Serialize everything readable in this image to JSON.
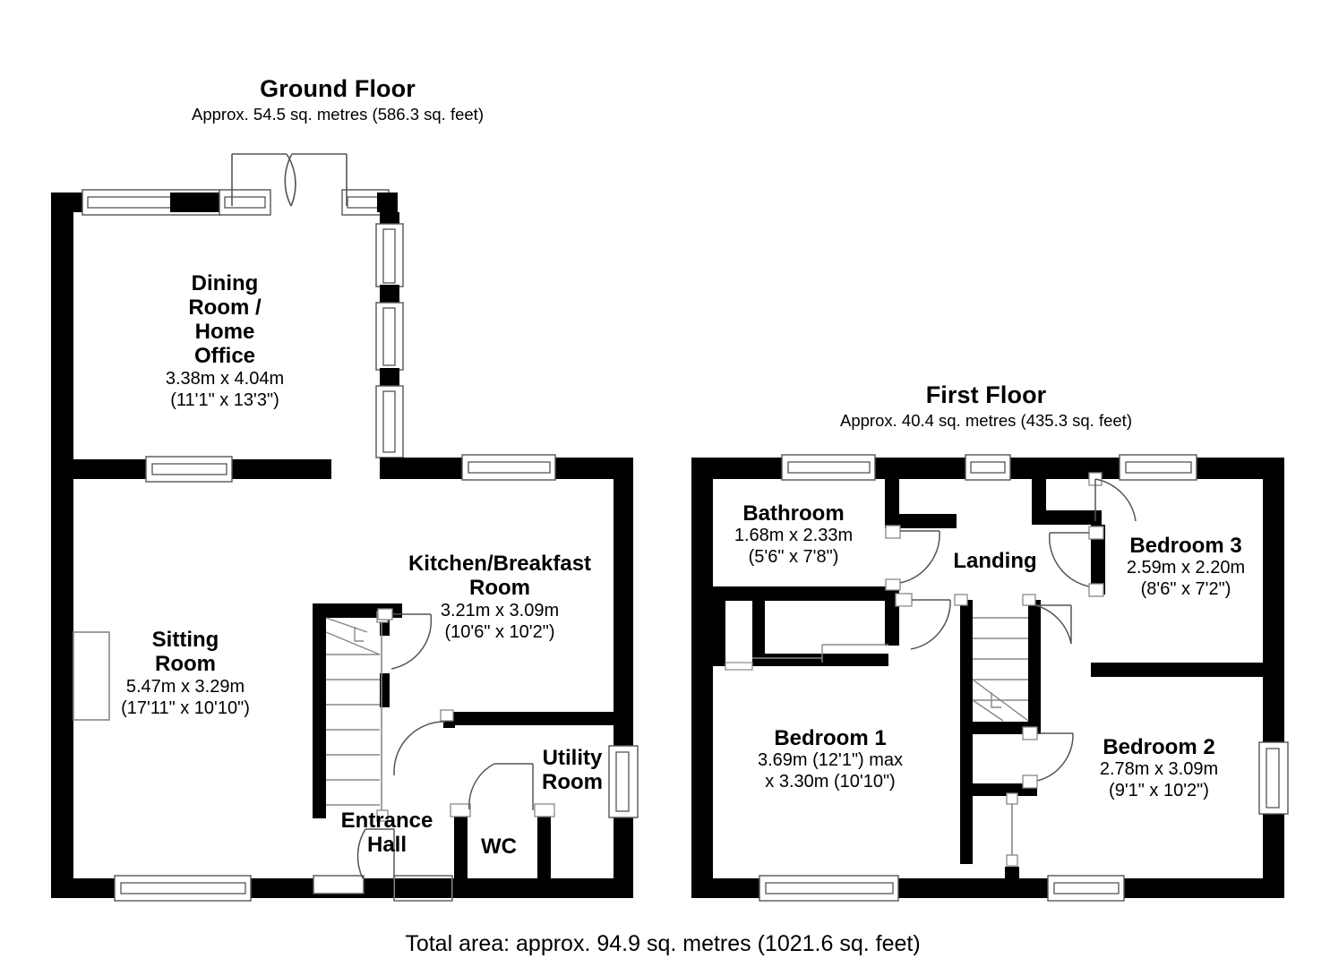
{
  "document": {
    "type": "floor-plan",
    "footer_total": "Total area: approx. 94.9 sq. metres (1021.6 sq. feet)"
  },
  "floors": [
    {
      "id": "ground-floor",
      "title": "Ground Floor",
      "subtitle": "Approx. 54.5 sq. metres (586.3 sq. feet)",
      "area_sq_m": 54.5,
      "area_sq_ft": 586.3,
      "rooms": [
        {
          "id": "dining-room-home-office",
          "name_lines": [
            "Dining",
            "Room /",
            "Home",
            "Office"
          ],
          "name": "Dining Room / Home Office",
          "dim_metric": "3.38m x 4.04m",
          "dim_imperial": "(11'1\" x 13'3\")"
        },
        {
          "id": "sitting-room",
          "name_lines": [
            "Sitting",
            "Room"
          ],
          "name": "Sitting Room",
          "dim_metric": "5.47m x 3.29m",
          "dim_imperial": "(17'11\" x 10'10\")"
        },
        {
          "id": "kitchen-breakfast-room",
          "name_lines": [
            "Kitchen/Breakfast",
            "Room"
          ],
          "name": "Kitchen/Breakfast Room",
          "dim_metric": "3.21m x 3.09m",
          "dim_imperial": "(10'6\" x 10'2\")"
        },
        {
          "id": "utility-room",
          "name_lines": [
            "Utility",
            "Room"
          ],
          "name": "Utility Room",
          "dim_metric": "",
          "dim_imperial": ""
        },
        {
          "id": "entrance-hall",
          "name_lines": [
            "Entrance",
            "Hall"
          ],
          "name": "Entrance Hall",
          "dim_metric": "",
          "dim_imperial": ""
        },
        {
          "id": "wc",
          "name_lines": [
            "WC"
          ],
          "name": "WC",
          "dim_metric": "",
          "dim_imperial": ""
        }
      ]
    },
    {
      "id": "first-floor",
      "title": "First Floor",
      "subtitle": "Approx. 40.4 sq. metres (435.3 sq. feet)",
      "area_sq_m": 40.4,
      "area_sq_ft": 435.3,
      "rooms": [
        {
          "id": "bathroom",
          "name_lines": [
            "Bathroom"
          ],
          "name": "Bathroom",
          "dim_metric": "1.68m x 2.33m",
          "dim_imperial": "(5'6\" x 7'8\")"
        },
        {
          "id": "landing",
          "name_lines": [
            "Landing"
          ],
          "name": "Landing",
          "dim_metric": "",
          "dim_imperial": ""
        },
        {
          "id": "bedroom-3",
          "name_lines": [
            "Bedroom 3"
          ],
          "name": "Bedroom 3",
          "dim_metric": "2.59m x 2.20m",
          "dim_imperial": "(8'6\" x 7'2\")"
        },
        {
          "id": "bedroom-1",
          "name_lines": [
            "Bedroom 1"
          ],
          "name": "Bedroom 1",
          "dim_metric": "3.69m (12'1\") max",
          "dim_imperial": "x 3.30m (10'10\")"
        },
        {
          "id": "bedroom-2",
          "name_lines": [
            "Bedroom 2"
          ],
          "name": "Bedroom 2",
          "dim_metric": "2.78m x 3.09m",
          "dim_imperial": "(9'1\" x 10'2\")"
        }
      ]
    }
  ],
  "labels": {
    "ground_title": "Ground Floor",
    "ground_sub": "Approx. 54.5 sq. metres (586.3 sq. feet)",
    "first_title": "First Floor",
    "first_sub": "Approx. 40.4 sq. metres (435.3 sq. feet)",
    "dining_l1": "Dining",
    "dining_l2": "Room /",
    "dining_l3": "Home",
    "dining_l4": "Office",
    "dining_dim1": "3.38m x 4.04m",
    "dining_dim2": "(11'1\" x 13'3\")",
    "sitting_l1": "Sitting",
    "sitting_l2": "Room",
    "sitting_dim1": "5.47m x 3.29m",
    "sitting_dim2": "(17'11\" x 10'10\")",
    "kitchen_l1": "Kitchen/Breakfast",
    "kitchen_l2": "Room",
    "kitchen_dim1": "3.21m x 3.09m",
    "kitchen_dim2": "(10'6\" x 10'2\")",
    "utility_l1": "Utility",
    "utility_l2": "Room",
    "entrance_l1": "Entrance",
    "entrance_l2": "Hall",
    "wc": "WC",
    "bathroom_l1": "Bathroom",
    "bathroom_dim1": "1.68m x 2.33m",
    "bathroom_dim2": "(5'6\" x 7'8\")",
    "landing": "Landing",
    "bed3_l1": "Bedroom 3",
    "bed3_dim1": "2.59m x 2.20m",
    "bed3_dim2": "(8'6\" x 7'2\")",
    "bed1_l1": "Bedroom 1",
    "bed1_dim1": "3.69m (12'1\") max",
    "bed1_dim2": "x 3.30m (10'10\")",
    "bed2_l1": "Bedroom 2",
    "bed2_dim1": "2.78m x 3.09m",
    "bed2_dim2": "(9'1\" x 10'2\")",
    "total": "Total area: approx. 94.9 sq. metres (1021.6 sq. feet)"
  },
  "colors": {
    "wall": "#000000",
    "background": "#ffffff",
    "text": "#000000",
    "thin_line": "#888888"
  }
}
